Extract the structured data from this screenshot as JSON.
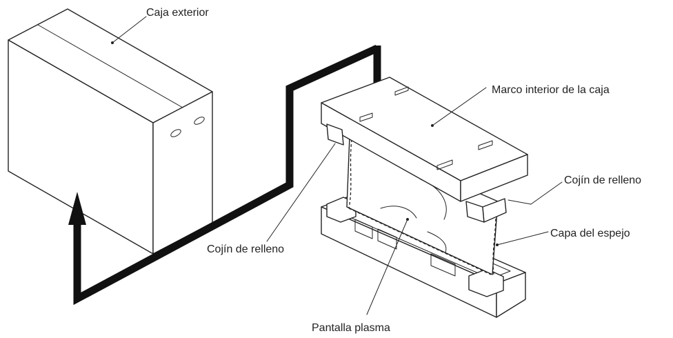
{
  "labels": {
    "outer_box": "Caja exterior",
    "inner_frame": "Marco interior de la caja",
    "cushion_right": "Cojín de relleno",
    "cushion_left": "Cojín de relleno",
    "mirror_layer": "Capa del espejo",
    "plasma_panel": "Pantalla plasma"
  },
  "colors": {
    "ink": "#222222",
    "background": "#ffffff"
  }
}
